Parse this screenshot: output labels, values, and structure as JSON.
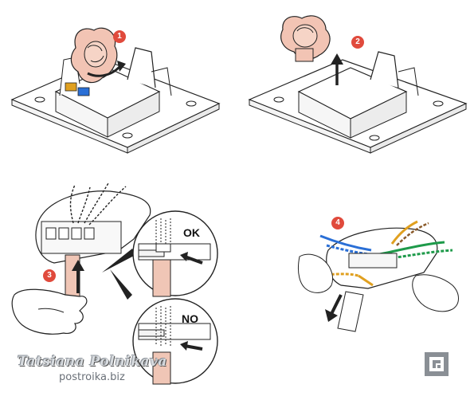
{
  "steps": [
    {
      "number": "1"
    },
    {
      "number": "2"
    },
    {
      "number": "3"
    },
    {
      "number": "4"
    }
  ],
  "detail_ok": {
    "label": "OK"
  },
  "detail_no": {
    "label": "NO"
  },
  "watermark": {
    "name": "Tatsiana Polnikava",
    "site": "postroika.biz"
  },
  "colors": {
    "badge": "#e04a3c",
    "highlight": "#f2c4b4",
    "cable_sheath": "#f0c6b6",
    "wire_blue": "#2a6fd6",
    "wire_green": "#1e9a4a",
    "wire_orange": "#e0a020",
    "wire_brown": "#8a5a2a",
    "outline": "#222222"
  }
}
